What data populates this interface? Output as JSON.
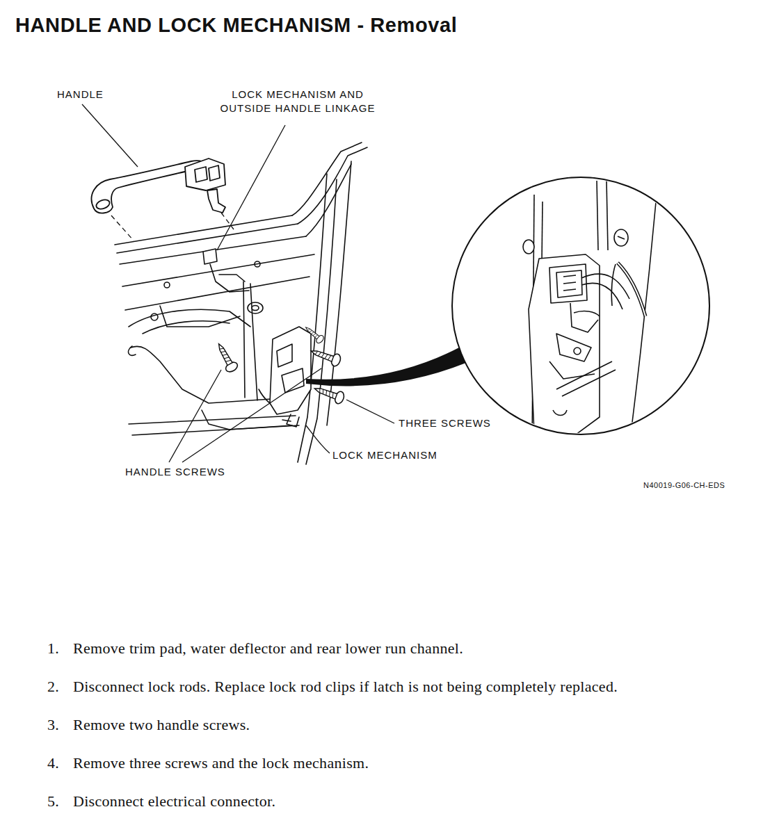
{
  "diagram": {
    "title": "HANDLE AND LOCK MECHANISM - Removal",
    "labels": [
      "HANDLE",
      "LOCK MECHANISM AND OUTSIDE HANDLE LINKAGE",
      "THREE SCREWS",
      "LOCK MECHANISM",
      "HANDLE SCREWS",
      "N40019-G06-CH-EDS",
      "1.",
      "Remove trim pad, water deflector and rear lower run channel.",
      "2.",
      "Disconnect lock rods. Replace lock rod clips if latch is not being completely replaced.",
      "3.",
      "Remove two handle screws.",
      "4.",
      "Remove three screws and the lock mechanism.",
      "5.",
      "Disconnect electrical connector."
    ]
  }
}
